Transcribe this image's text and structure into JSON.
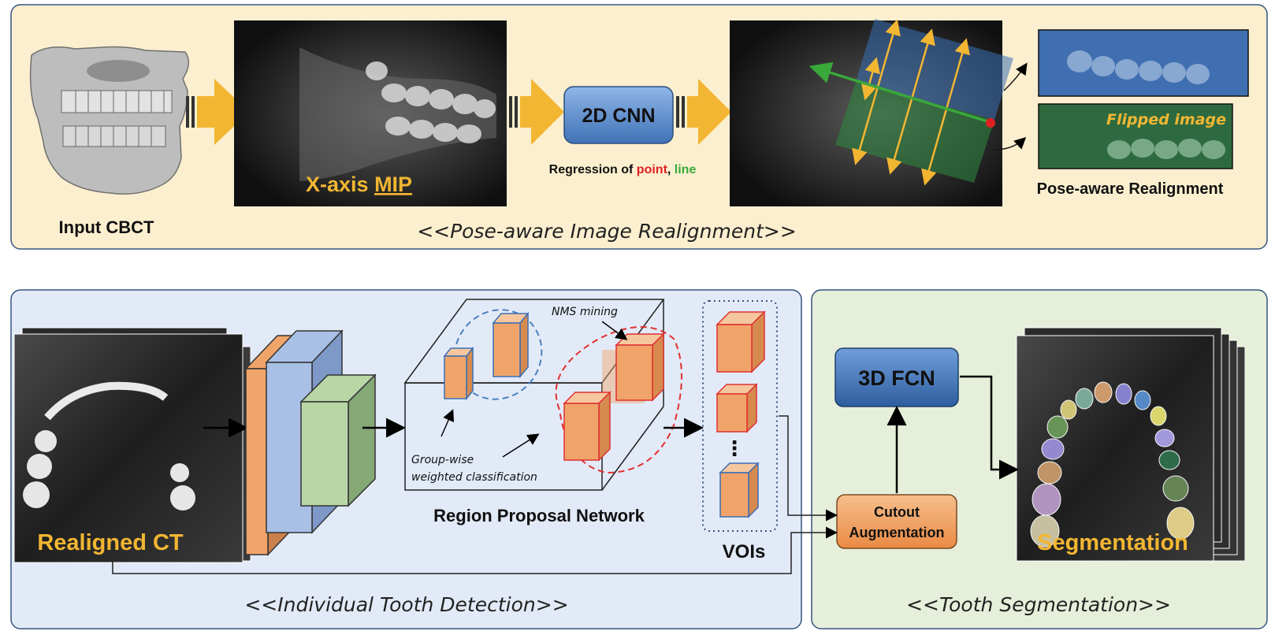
{
  "top_panel": {
    "input_label": "Input CBCT",
    "mip_label_prefix": "X-axis ",
    "mip_label_underlined": "MIP",
    "cnn_label": "2D CNN",
    "regression_prefix": "Regression of ",
    "regression_point": "point",
    "regression_sep": ", ",
    "regression_line": "line",
    "flipped_label": "Flipped image",
    "realign_label": "Pose-aware Realignment",
    "caption": "<<Pose-aware Image Realignment>>"
  },
  "detection_panel": {
    "realigned_label": "Realigned CT",
    "nms_label": "NMS mining",
    "group_label_line1": "Group-wise",
    "group_label_line2": "weighted classification",
    "rpn_label": "Region Proposal Network",
    "vois_ellipsis": "⋮",
    "vois_label": "VOIs",
    "caption": "<<Individual Tooth Detection>>"
  },
  "segmentation_panel": {
    "fcn_label": "3D FCN",
    "cutout_line1": "Cutout",
    "cutout_line2": "Augmentation",
    "seg_label": "Segmentation",
    "caption": "<<Tooth Segmentation>>"
  },
  "colors": {
    "top_bg": "#fcefcf",
    "det_bg": "#e3eaf7",
    "seg_bg": "#e6efd9",
    "panel_border": "#36557f",
    "arrow_gold": "#f2b632",
    "label_gold": "#f2b632",
    "cnn_blue": "#4a7fc1",
    "cutout_orange": "#f0a060",
    "point_red": "#e02020",
    "line_green": "#3aa83a",
    "cube_orange": "#f0a46a"
  },
  "icons": [
    "skull-icon",
    "mip-image",
    "realign-image",
    "ct-slice-stack",
    "cube-icon"
  ]
}
